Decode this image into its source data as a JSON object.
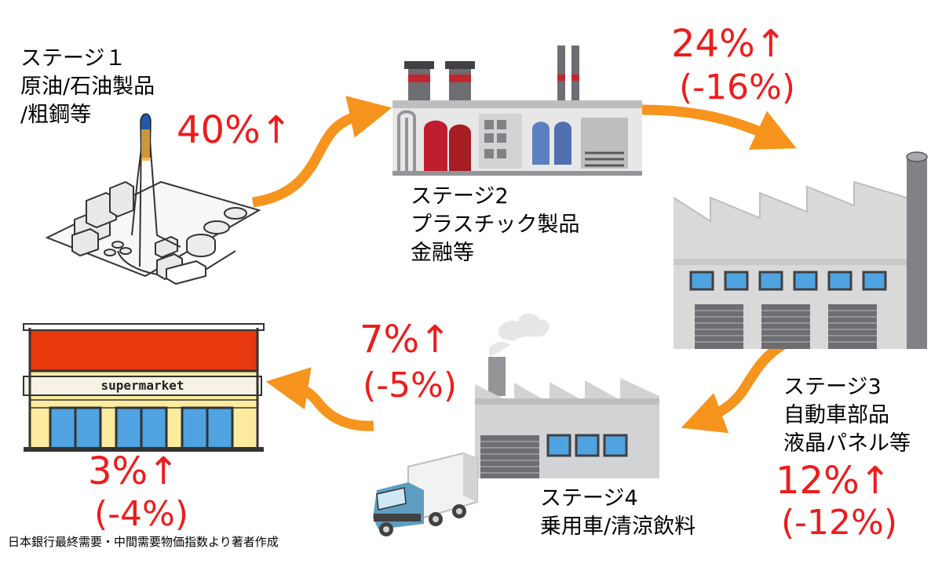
{
  "stages": [
    {
      "label_lines": [
        "ステージ１",
        "原油/石油製品",
        "/粗鋼等"
      ],
      "change": "40%↑"
    },
    {
      "label_lines": [
        "ステージ2",
        "プラスチック製品",
        "金融等"
      ],
      "change": "24%↑",
      "change_sub": "(-16%)"
    },
    {
      "label_lines": [
        "ステージ3",
        "自動車部品",
        "液晶パネル等"
      ],
      "change": "12%↑",
      "change_sub": "(-12%)"
    },
    {
      "label_lines": [
        "ステージ4",
        "乗用車/清涼飲料"
      ],
      "change": "7%↑",
      "change_sub": "(-5%)"
    },
    {
      "change": "3%↑",
      "change_sub": "(-4%)"
    }
  ],
  "supermarket_sign": "supermarket",
  "source": "日本銀行最終需要・中間需要物価指数より著者作成",
  "colors": {
    "arrow": "#f7941d",
    "change_text": "#ee1c1c",
    "supermarket_roof": "#e8380d",
    "supermarket_wall": "#fdeca0"
  }
}
